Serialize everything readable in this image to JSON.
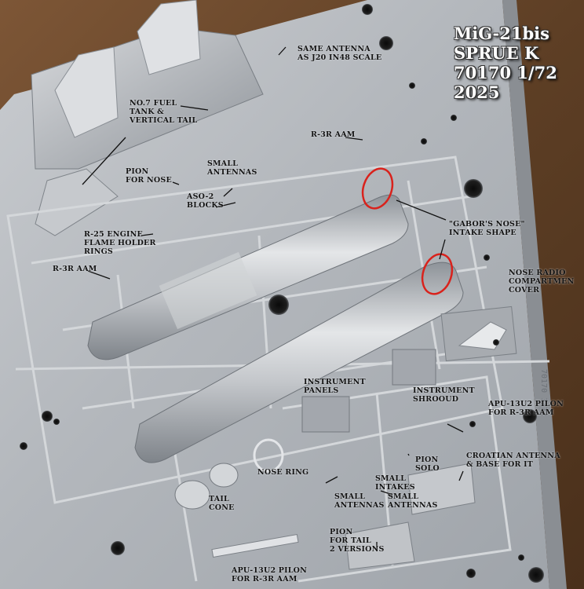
{
  "title": "MiG-21bis\nSPRUE K\n70170 1/72\n2025",
  "colors": {
    "table_wood": "#6b4a2e",
    "mold_steel": "#b9bdc2",
    "highlight_circle": "#d9221c",
    "label_text": "#141414",
    "title_text": "#ffffff"
  },
  "labels": {
    "same_antenna": "SAME ANTENNA\nAS J20 IN48 SCALE",
    "fuel_tank": "NO.7 FUEL\nTANK &\nVERTICAL TAIL",
    "r3r_top": "R-3R AAM",
    "small_antennas_top": "SMALL\nANTENNAS",
    "pion_nose": "PION\nFOR NOSE",
    "aso2": "ASO-2\nBLOCKS",
    "gabors_nose": "\"GABOR'S NOSE\"\nINTAKE SHAPE",
    "r25_engine": "R-25 ENGINE\nFLAME HOLDER\nRINGS",
    "r3r_left": "R-3R AAM",
    "nose_radio": "NOSE RADIO\nCOMPARTMEN\nCOVER",
    "instrument_panels": "INSTRUMENT\nPANELS",
    "instrument_shroud": "INSTRUMENT\nSHROOUD",
    "apu_right": "APU-13U2 PILON\nFOR R-3R AAM",
    "croatian_antenna": "CROATIAN ANTENNA\n& BASE FOR IT",
    "pion_solo": "PION\nSOLO",
    "small_intakes": "SMALL\nINTAKES",
    "nose_ring": "NOSE RING",
    "tail_cone": "TAIL\nCONE",
    "small_antennas_mid": "SMALL\nANTENNAS",
    "small_antennas_right": "SMALL\nANTENNAS",
    "pion_tail": "PION\nFOR TAIL\n2 VERSIONS",
    "apu_bottom": "APU-13U2 PILON\nFOR R-3R AAM"
  },
  "mold_engraving": "70170 1/72"
}
